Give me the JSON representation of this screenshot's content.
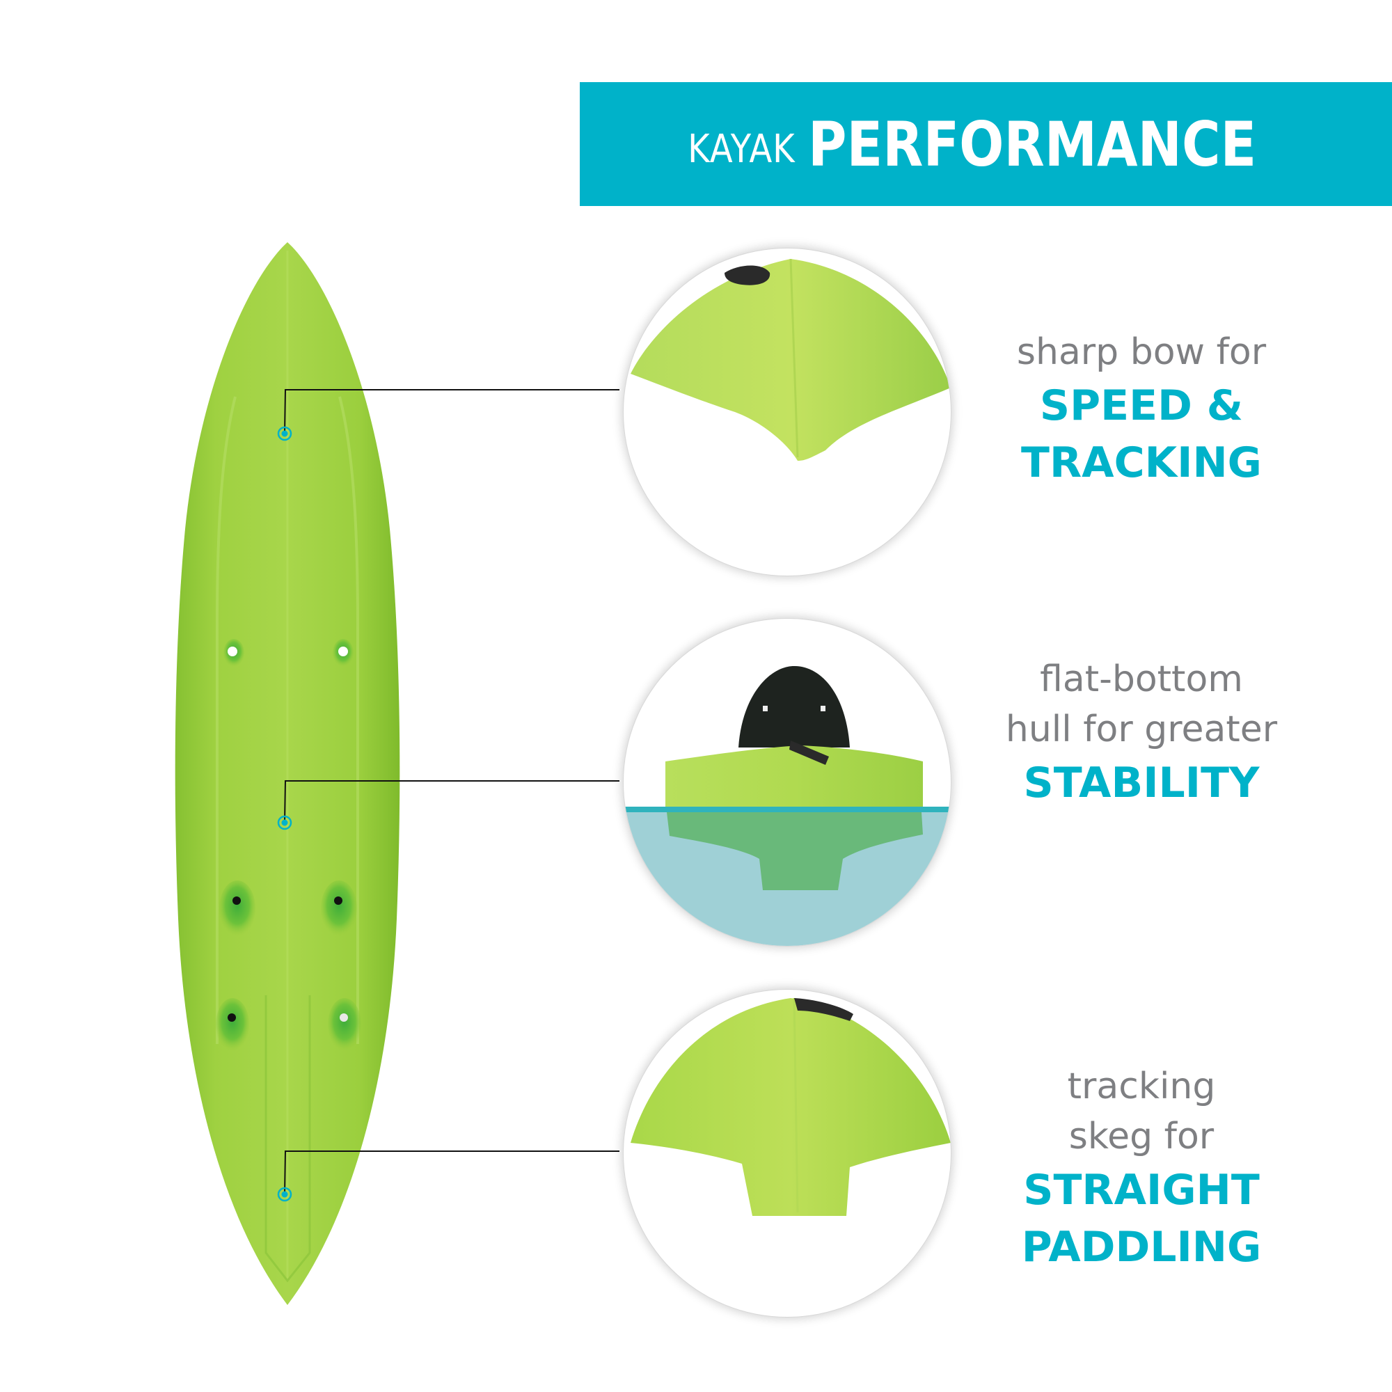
{
  "banner": {
    "title_light": "KAYAK",
    "title_bold": "PERFORMANCE",
    "background_color": "#00b2c9",
    "text_color": "#ffffff"
  },
  "features": [
    {
      "id": "bow",
      "lead_lines": [
        "sharp bow for"
      ],
      "accent_lines": [
        "SPEED &",
        "TRACKING"
      ],
      "image": "bow-closeup-icon"
    },
    {
      "id": "hull",
      "lead_lines": [
        "flat-bottom",
        "hull for greater"
      ],
      "accent_lines": [
        "STABILITY"
      ],
      "image": "hull-in-water-icon"
    },
    {
      "id": "skeg",
      "lead_lines": [
        "tracking",
        "skeg for"
      ],
      "accent_lines": [
        "STRAIGHT",
        "PADDLING"
      ],
      "image": "skeg-closeup-icon"
    }
  ],
  "colors": {
    "accent": "#00b2c9",
    "lead_text": "#7e7f82",
    "kayak_green": "#9acd3c",
    "water": "#9fd0d6"
  }
}
